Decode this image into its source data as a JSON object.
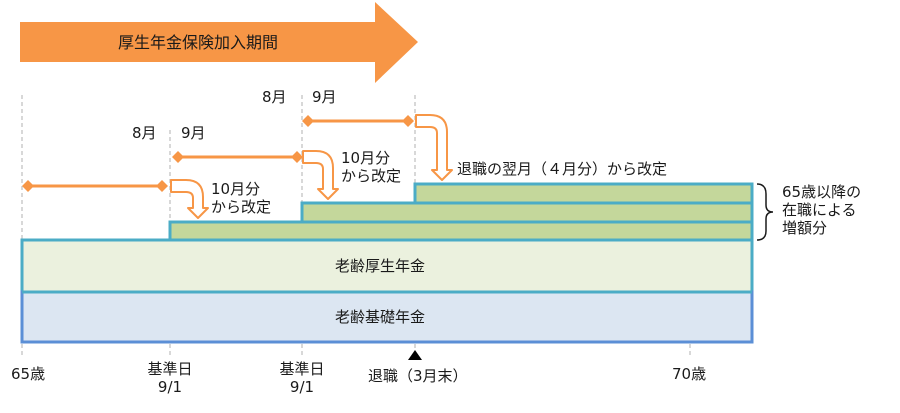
{
  "header_arrow": {
    "label": "厚生年金保険加入期間"
  },
  "periods": [
    {
      "start_label": "",
      "end_label": "8月"
    },
    {
      "start_label": "9月",
      "end_label": "8月"
    },
    {
      "start_label": "9月",
      "end_label": ""
    }
  ],
  "month_labels": {
    "row2_aug": "8月",
    "row2_sep": "9月",
    "row3_aug": "8月",
    "row3_sep": "9月"
  },
  "revisions": [
    {
      "line1": "10月分",
      "line2": "から改定"
    },
    {
      "line1": "10月分",
      "line2": "から改定"
    },
    {
      "line1": "退職の翌月（４月分）から改定"
    }
  ],
  "bars": {
    "kosei": "老齢厚生年金",
    "kiso": "老齢基礎年金"
  },
  "brace_note": {
    "line1": "65歳以降の",
    "line2": "在職による",
    "line3": "増額分"
  },
  "axis": {
    "start": "65歳",
    "kijun1_line1": "基準日",
    "kijun1_line2": "9/1",
    "kijun2_line1": "基準日",
    "kijun2_line2": "9/1",
    "retire": "退職（3月末）",
    "end": "70歳"
  },
  "colors": {
    "orange": "#F79646",
    "teal_border": "#4BACC6",
    "blue_border": "#5B8FD6",
    "green_fill": "#C4D79B",
    "kosei_fill": "#EBF1DE",
    "kiso_fill": "#DCE6F2"
  }
}
